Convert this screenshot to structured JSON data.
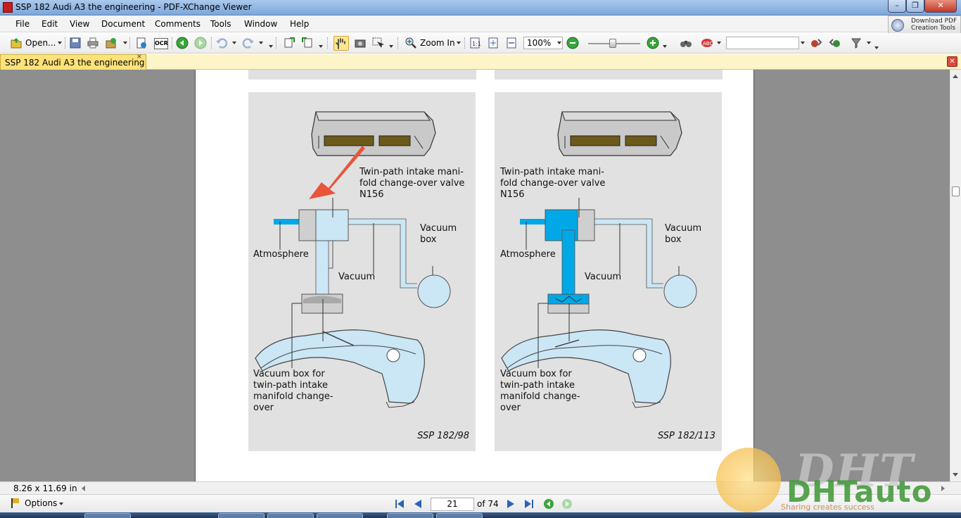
{
  "window": {
    "title": "SSP 182   Audi A3 the engineering - PDF-XChange Viewer",
    "min_glyph": "–",
    "max_glyph": "❐",
    "close_glyph": "✕"
  },
  "menu": {
    "items": [
      "File",
      "Edit",
      "View",
      "Document",
      "Comments",
      "Tools",
      "Window",
      "Help"
    ],
    "download": {
      "line1": "Download PDF",
      "line2": "Creation Tools",
      "icon": "globe-icon"
    }
  },
  "toolbar": {
    "open_label": "Open...",
    "zoom_in_label": "Zoom In",
    "zoom_value": "100%",
    "search_value": "",
    "icons": [
      "open-icon",
      "save-icon",
      "print-icon",
      "export-icon",
      "scan-icon",
      "ocr-icon",
      "back-icon",
      "forward-icon",
      "undo-icon",
      "redo-icon",
      "rotate-icon",
      "hand-icon",
      "snapshot-icon",
      "select-icon",
      "zoom-in-icon",
      "actual-size-icon",
      "fit-page-icon",
      "fit-width-icon",
      "zoom-out-icon",
      "zoom-plus-icon",
      "binoculars-icon",
      "spellcheck-icon",
      "find-prev-icon",
      "find-next-icon",
      "settings-icon"
    ],
    "ocr_text": "OCR"
  },
  "tab": {
    "label": "SSP 182   Audi A3 the engineering",
    "close_glyph": "×",
    "panel_close_glyph": "✕"
  },
  "figures": [
    {
      "label_valve": [
        "Twin-path intake mani-",
        "fold change-over valve",
        "N156"
      ],
      "label_vacuum_box": [
        "Vacuum",
        "box"
      ],
      "label_atmosphere": "Atmosphere",
      "label_vacuum": "Vacuum",
      "label_intake": [
        "Vacuum box for",
        "twin-path intake",
        "manifold change-",
        "over"
      ],
      "caption": "SSP 182/98",
      "state": "valve-closed-with-arrow"
    },
    {
      "label_valve": [
        "Twin-path intake mani-",
        "fold change-over valve",
        "N156"
      ],
      "label_vacuum_box": [
        "Vacuum",
        "box"
      ],
      "label_atmosphere": "Atmosphere",
      "label_vacuum": "Vacuum",
      "label_intake": [
        "Vacuum box for",
        "twin-path intake",
        "manifold change-",
        "over"
      ],
      "caption": "SSP 182/113",
      "state": "valve-open"
    }
  ],
  "status": {
    "page_size": "8.26 x 11.69 in"
  },
  "nav": {
    "options_label": "Options",
    "current_page": "21",
    "total_label": "of 74"
  },
  "watermark": {
    "top": "DHT",
    "bottom": "DHTauto",
    "sub": "Sharing creates success"
  },
  "colors": {
    "accent_blue": "#00a8e8",
    "light_blue": "#cbe6f5",
    "red_arrow": "#e8553a",
    "figure_bg": "#e1e1e1"
  }
}
